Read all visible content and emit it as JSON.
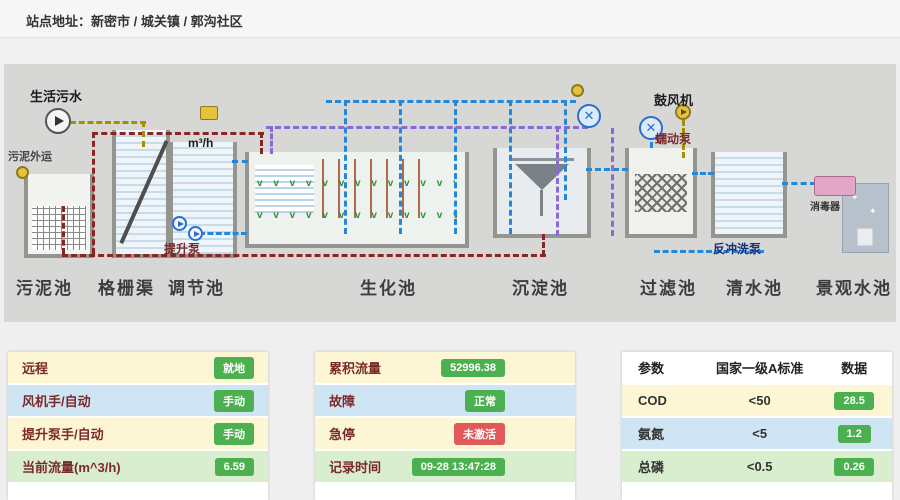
{
  "header": {
    "site_address": "站点地址：新密市 / 城关镇 / 郭沟社区"
  },
  "diagram": {
    "labels": {
      "inflow": "生活污水",
      "sludge_out": "污泥外运",
      "flow_unit": "m³/h",
      "lift_pump": "提升泵",
      "blower": "鼓风机",
      "dosing_pump": "蠕动泵",
      "backwash_pump": "反冲洗泵",
      "disinfector": "消毒器"
    },
    "tanks": [
      {
        "label": "污泥池"
      },
      {
        "label": "格栅渠"
      },
      {
        "label": "调节池"
      },
      {
        "label": "生化池"
      },
      {
        "label": "沉淀池"
      },
      {
        "label": "过滤池"
      },
      {
        "label": "清水池"
      },
      {
        "label": "景观水池"
      }
    ],
    "glyphs": {
      "fan": "✕",
      "sparkle": "✦",
      "plants": "v v v v v v v v v v v v v v v v"
    }
  },
  "panels": {
    "control": {
      "rows": [
        {
          "label": "远程",
          "value": "就地",
          "type": "green"
        },
        {
          "label": "风机手/自动",
          "value": "手动",
          "type": "green"
        },
        {
          "label": "提升泵手/自动",
          "value": "手动",
          "type": "green"
        },
        {
          "label": "当前流量(m^3/h)",
          "value": "6.59",
          "type": "green"
        }
      ]
    },
    "status": {
      "rows": [
        {
          "label": "累积流量",
          "value": "52996.38",
          "type": "green"
        },
        {
          "label": "故障",
          "value": "正常",
          "type": "green"
        },
        {
          "label": "急停",
          "value": "未激活",
          "type": "red"
        },
        {
          "label": "记录时间",
          "value": "09-28 13:47:28",
          "type": "green"
        }
      ]
    },
    "quality": {
      "headers": [
        "参数",
        "国家一级A标准",
        "数据"
      ],
      "rows": [
        {
          "param": "COD",
          "standard": "<50",
          "value": "28.5"
        },
        {
          "param": "氨氮",
          "standard": "<5",
          "value": "1.2"
        },
        {
          "param": "总磷",
          "standard": "<0.5",
          "value": "0.26"
        }
      ]
    }
  },
  "colors": {
    "badge_green": "#4caf50",
    "badge_red": "#e05a5a",
    "pipe_blue": "#2288dd",
    "pipe_purple": "#8a6ad8",
    "pipe_maroon": "#8b2525",
    "pipe_olive": "#a38f00",
    "row_yellow": "#fcf6d4",
    "row_blue": "#cfe5f4",
    "row_green": "#d9edcf"
  }
}
